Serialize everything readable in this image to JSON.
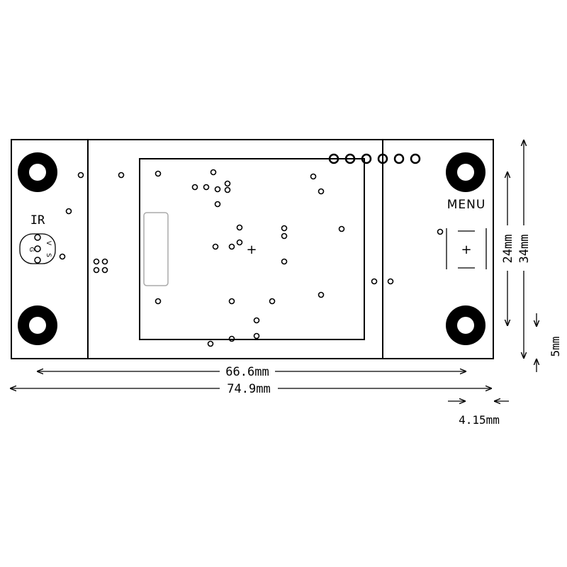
{
  "labels": {
    "ir": "IR",
    "menu": "MENU",
    "button_symbol": "+",
    "center_mark": "+",
    "ir_pins": [
      "G",
      "V",
      "S"
    ]
  },
  "dimensions": {
    "width_inner": "66.6mm",
    "width_total": "74.9mm",
    "offset": "4.15mm",
    "height_inner": "24mm",
    "height_total": "34mm",
    "edge": "5mm"
  }
}
